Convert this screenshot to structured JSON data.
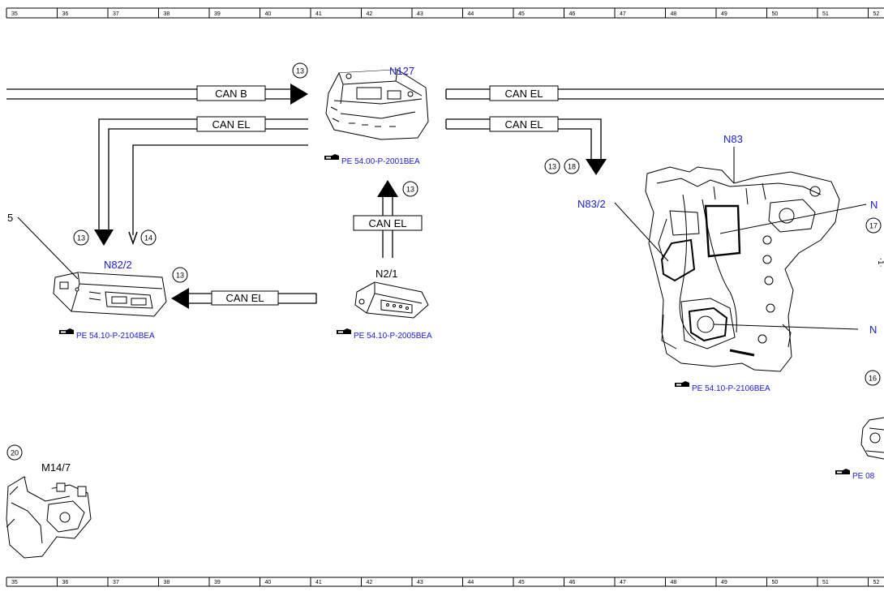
{
  "ruler": {
    "numbers": [
      "35",
      "36",
      "37",
      "38",
      "39",
      "40",
      "41",
      "42",
      "43",
      "44",
      "45",
      "46",
      "47",
      "48",
      "49",
      "50",
      "51",
      "52"
    ]
  },
  "buses": {
    "can_b": "CAN B",
    "can_el": "CAN EL"
  },
  "components": {
    "n127": {
      "label": "N127",
      "ref": "PE 54.00-P-2001BEA"
    },
    "n82_2": {
      "label": "N82/2",
      "ref": "PE 54.10-P-2104BEA"
    },
    "n2_1": {
      "label": "N2/1",
      "ref": "PE 54.10-P-2005BEA"
    },
    "n83": {
      "label": "N83",
      "ref": "PE 54.10-P-2106BEA"
    },
    "n83_2": {
      "label": "N83/2"
    },
    "m14_7": {
      "label": "M14/7"
    },
    "edge_ref": {
      "ref": "PE 08"
    },
    "edge_n_top": "N",
    "edge_n_bottom": "N",
    "edge_left_num": "5"
  },
  "markers": {
    "c13": "13",
    "c14": "14",
    "c18": "18",
    "c17": "17",
    "c16": "16",
    "c20": "20"
  },
  "icons": {
    "reference": "hand-pointer-icon"
  }
}
